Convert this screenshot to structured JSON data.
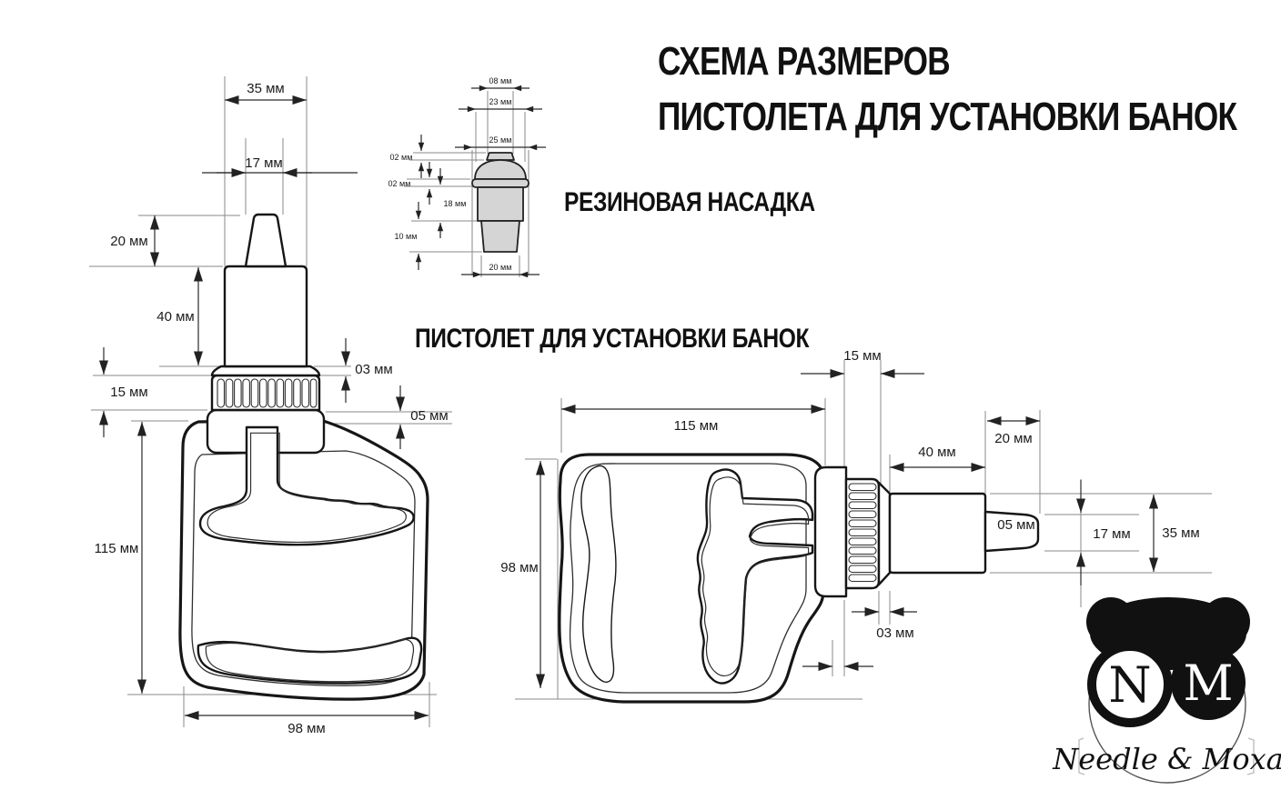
{
  "title": {
    "line1": "СХЕМА РАЗМЕРОВ",
    "line2": "ПИСТОЛЕТА ДЛЯ УСТАНОВКИ БАНОК"
  },
  "labels": {
    "nozzle_section": "РЕЗИНОВАЯ НАСАДКА",
    "gun_section": "ПИСТОЛЕТ ДЛЯ УСТАНОВКИ БАНОК"
  },
  "dims": {
    "front": {
      "d35": "35 мм",
      "d17": "17 мм",
      "d20": "20 мм",
      "d40": "40 мм",
      "d03": "03 мм",
      "d15": "15 мм",
      "d05": "05 мм",
      "d115": "115 мм",
      "d98": "98 мм"
    },
    "nozzle": {
      "d08": "08 мм",
      "d23": "23 мм",
      "d25": "25 мм",
      "d02a": "02 мм",
      "d02b": "02 мм",
      "d18": "18 мм",
      "d10": "10 мм",
      "d20": "20 мм"
    },
    "side": {
      "d15": "15 мм",
      "d115": "115 мм",
      "d40": "40 мм",
      "d20": "20 мм",
      "d05": "05 мм",
      "d17": "17 мм",
      "d35": "35 мм",
      "d98": "98 мм",
      "d03": "03 мм"
    }
  },
  "logo": {
    "letter_left": "N",
    "letter_right": "M",
    "brand": "Needle & Moxa"
  },
  "colors": {
    "outline": "#161616",
    "extension_line": "#8a8a8a",
    "nozzle_fill": "#d5d5d5",
    "background": "#ffffff"
  }
}
